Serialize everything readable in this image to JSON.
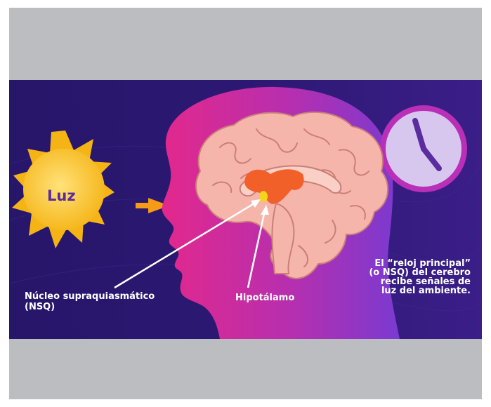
{
  "labels": {
    "sun": "Luz",
    "nsq": "Núcleo supraquiasmático\n(NSQ)",
    "hypothalamus": "Hipotálamo",
    "caption": "El “reloj principal” (o NSQ) del cerebro recibe señales de luz del ambiente."
  },
  "colors": {
    "frame_background": "#bcbdc0",
    "scene_background_left": "#2a1870",
    "scene_background_right": "#3a1e86",
    "head_gradient_start": "#e0288e",
    "head_gradient_end": "#8a3ad2",
    "sun": "#f9c11a",
    "brain": "#f6b5aa",
    "hypothalamus": "#f2602a",
    "clock_face": "#d7c7ef",
    "clock_rim": "#b92fb8",
    "clock_hands": "#5a2ca0",
    "arrow": "#f59b17"
  },
  "icons": {
    "sun": "sun-icon",
    "arrow": "right-arrow-icon",
    "clock": "clock-icon",
    "brain": "brain-illustration"
  }
}
